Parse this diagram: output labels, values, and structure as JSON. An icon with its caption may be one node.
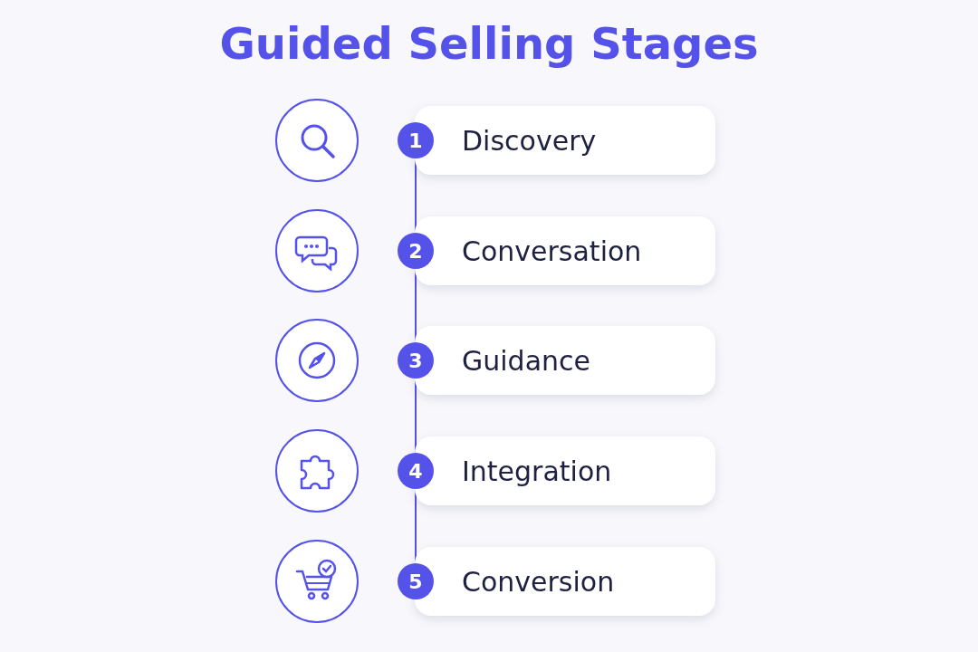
{
  "diagram": {
    "title": "Guided Selling Stages",
    "nodes": [
      {
        "text": [],
        "shape": "circle"
      },
      {
        "text": [
          "1"
        ]
      },
      {
        "text": [
          "Discovery"
        ]
      },
      {
        "text": [],
        "shape": "circle"
      },
      {
        "text": [
          "2"
        ]
      },
      {
        "text": [
          "Conversation"
        ]
      },
      {
        "text": [],
        "shape": "circle"
      },
      {
        "text": [
          "3"
        ]
      },
      {
        "text": [
          "Guidance"
        ]
      },
      {
        "text": [],
        "shape": "circle"
      },
      {
        "text": [
          "4"
        ]
      },
      {
        "text": [
          "Integration"
        ]
      },
      {
        "text": [],
        "shape": "circle"
      },
      {
        "text": [
          "5"
        ]
      },
      {
        "text": [
          "Conversion"
        ]
      }
    ],
    "edges": [
      {
        "from": 1,
        "to": 4,
        "arrow": "none"
      },
      {
        "from": 4,
        "to": 7,
        "arrow": "none"
      },
      {
        "from": 7,
        "to": 10,
        "arrow": "none"
      },
      {
        "from": 10,
        "to": 13,
        "arrow": "none"
      }
    ]
  }
}
